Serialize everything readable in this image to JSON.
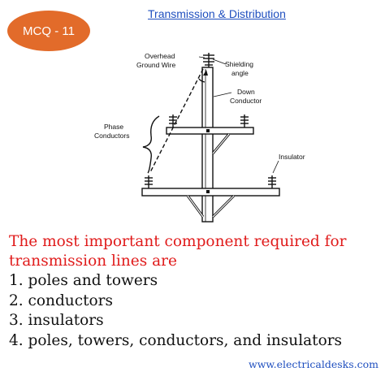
{
  "badge": {
    "text": "MCQ - 11",
    "color": "#e26b2a"
  },
  "header": {
    "title": "Transmission & Distribution",
    "color": "#1f4fbf"
  },
  "diagram": {
    "labels": {
      "overhead_ground_wire_1": "Overhead",
      "overhead_ground_wire_2": "Ground Wire",
      "shielding_angle_1": "Shielding",
      "shielding_angle_2": "angle",
      "down_conductor_1": "Down",
      "down_conductor_2": "Conductor",
      "phase_conductors_1": "Phase",
      "phase_conductors_2": "Conductors",
      "insulator": "Insulator"
    }
  },
  "question": {
    "text": "The most important component required for transmission lines are",
    "color": "#e01b1b"
  },
  "options": [
    "1. poles and towers",
    "2. conductors",
    "3. insulators",
    "4. poles, towers, conductors, and insulators"
  ],
  "footer": {
    "website": "www.electricaldesks.com"
  }
}
